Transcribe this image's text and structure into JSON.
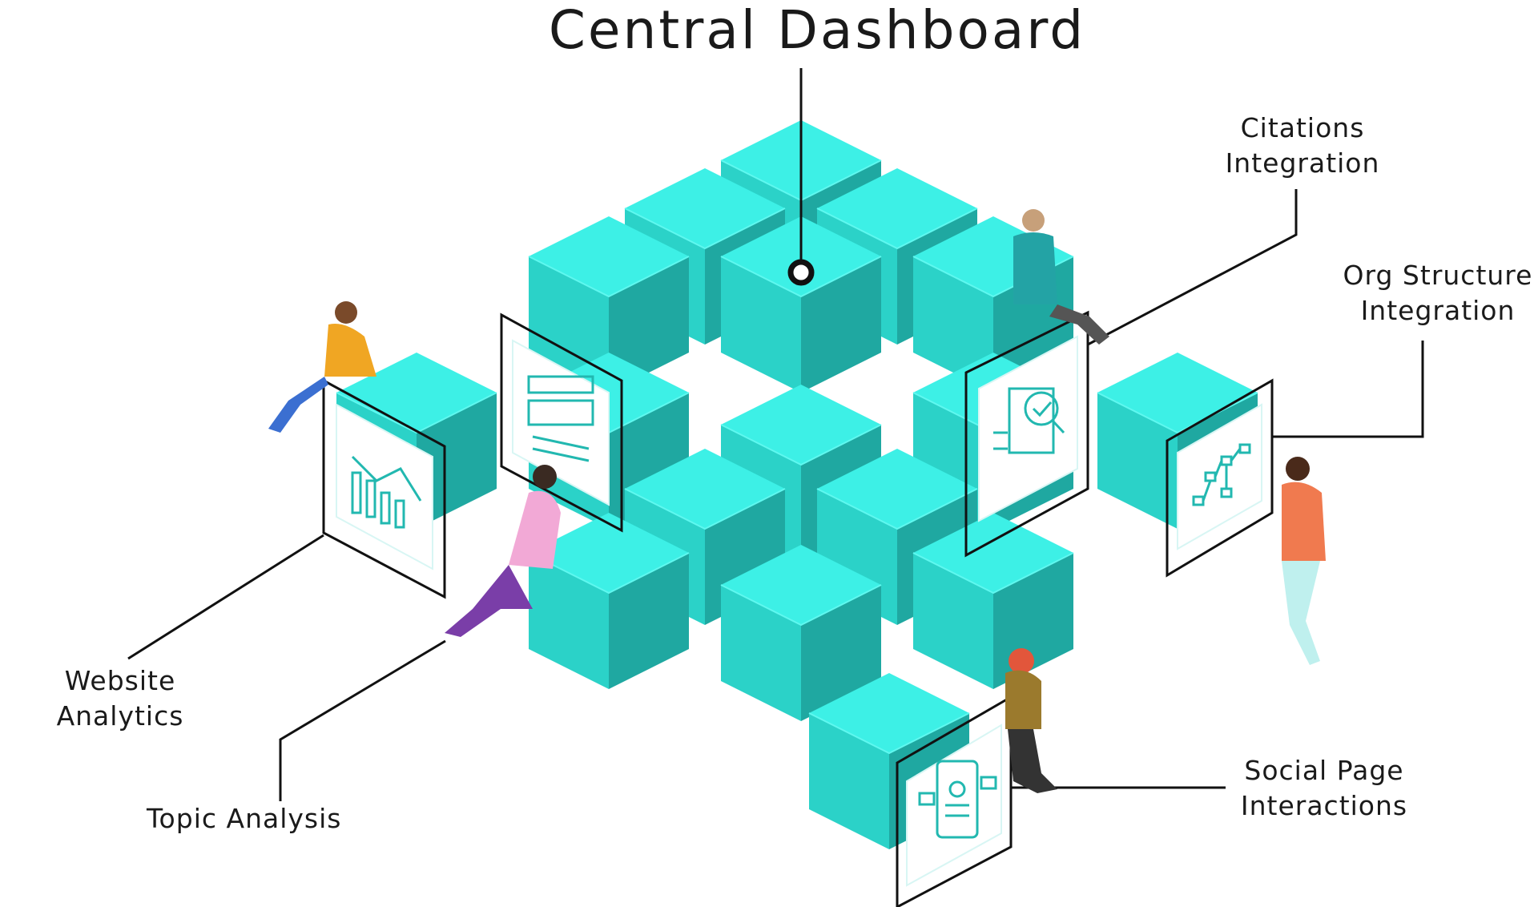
{
  "title": "Central Dashboard",
  "labels": {
    "citations": [
      "Citations",
      "Integration"
    ],
    "org_structure": [
      "Org Structure",
      "Integration"
    ],
    "website_analytics": [
      "Website",
      "Analytics"
    ],
    "topic_analysis": "Topic Analysis",
    "social_page": [
      "Social Page",
      "Interactions"
    ]
  },
  "icons": {
    "website_analytics": "bar-chart-trend-icon",
    "topic_analysis": "document-layout-icon",
    "citations": "document-magnifier-check-icon",
    "org_structure": "network-hierarchy-icon",
    "social_page": "mobile-social-icon"
  },
  "colors": {
    "cube_top": "#3df0e6",
    "cube_left": "#2bd2c8",
    "cube_right": "#1fa8a1",
    "line": "#111111",
    "text": "#1a1a1a",
    "panel_bg": "#ffffff",
    "icon": "#22b8b0"
  }
}
